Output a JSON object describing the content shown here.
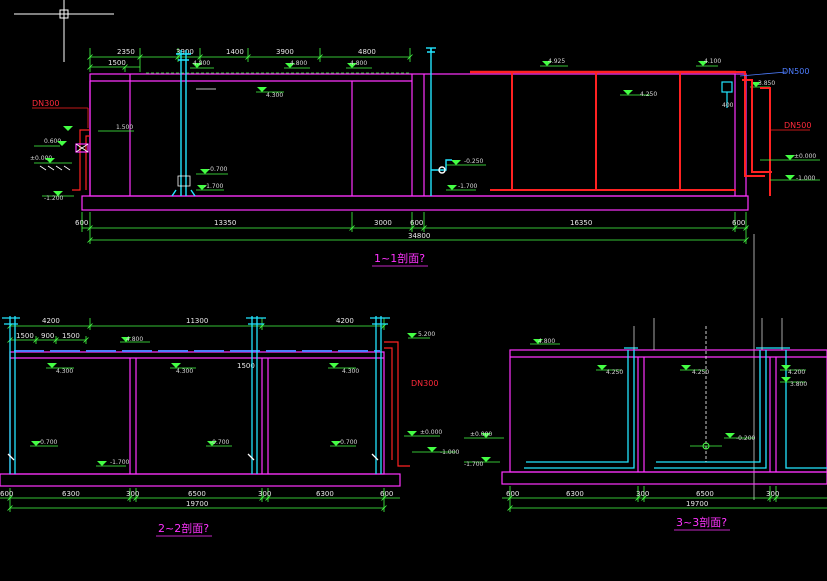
{
  "colors": {
    "background": "#000000",
    "wall": "#ff33ff",
    "dimension": "#44ff44",
    "pipe_cyan": "#22e5ff",
    "pipe_red": "#ff2222",
    "text": "#e8e8e8",
    "callout_blue": "#4d7dff"
  },
  "sections": [
    {
      "id": "1-1",
      "title": "1~1剖面?",
      "top_dims": [
        "2350",
        "3900",
        "1400",
        "3900",
        "4800",
        "1500"
      ],
      "bottom_dims": [
        "600",
        "13350",
        "3000",
        "600",
        "16350",
        "600"
      ],
      "total_dim": "34800",
      "elevations": [
        "4.800",
        "4.800",
        "4.800",
        "4.300",
        "4.925",
        "4.250",
        "4.100",
        "3.850",
        "1.500",
        "0.600",
        "±0.000",
        "-1.200",
        "-0.700",
        "-1.700",
        "-0.250",
        "-1.700",
        "±0.000",
        "-1.000"
      ],
      "callouts": [
        "DN300",
        "DN500",
        "DN500",
        "400"
      ]
    },
    {
      "id": "2-2",
      "title": "2~2剖面?",
      "top_dims": [
        "4200",
        "11300",
        "4200",
        "1500",
        "900",
        "1500",
        "1500"
      ],
      "bottom_dims": [
        "600",
        "6300",
        "300",
        "6500",
        "300",
        "6300",
        "600"
      ],
      "total_dim": "19700",
      "elevations": [
        "4.800",
        "4.300",
        "4.300",
        "4.300",
        "5.200",
        "-0.700",
        "-0.700",
        "-0.700",
        "-1.700",
        "±0.000",
        "-1.000"
      ],
      "callouts": [
        "DN300"
      ]
    },
    {
      "id": "3-3",
      "title": "3~3剖面?",
      "bottom_dims": [
        "600",
        "6300",
        "300",
        "6500",
        "300"
      ],
      "total_dim": "19700",
      "elevations": [
        "4.800",
        "4.250",
        "4.250",
        "4.200",
        "3.800",
        "±0.000",
        "-1.700",
        "-0.200"
      ]
    }
  ]
}
